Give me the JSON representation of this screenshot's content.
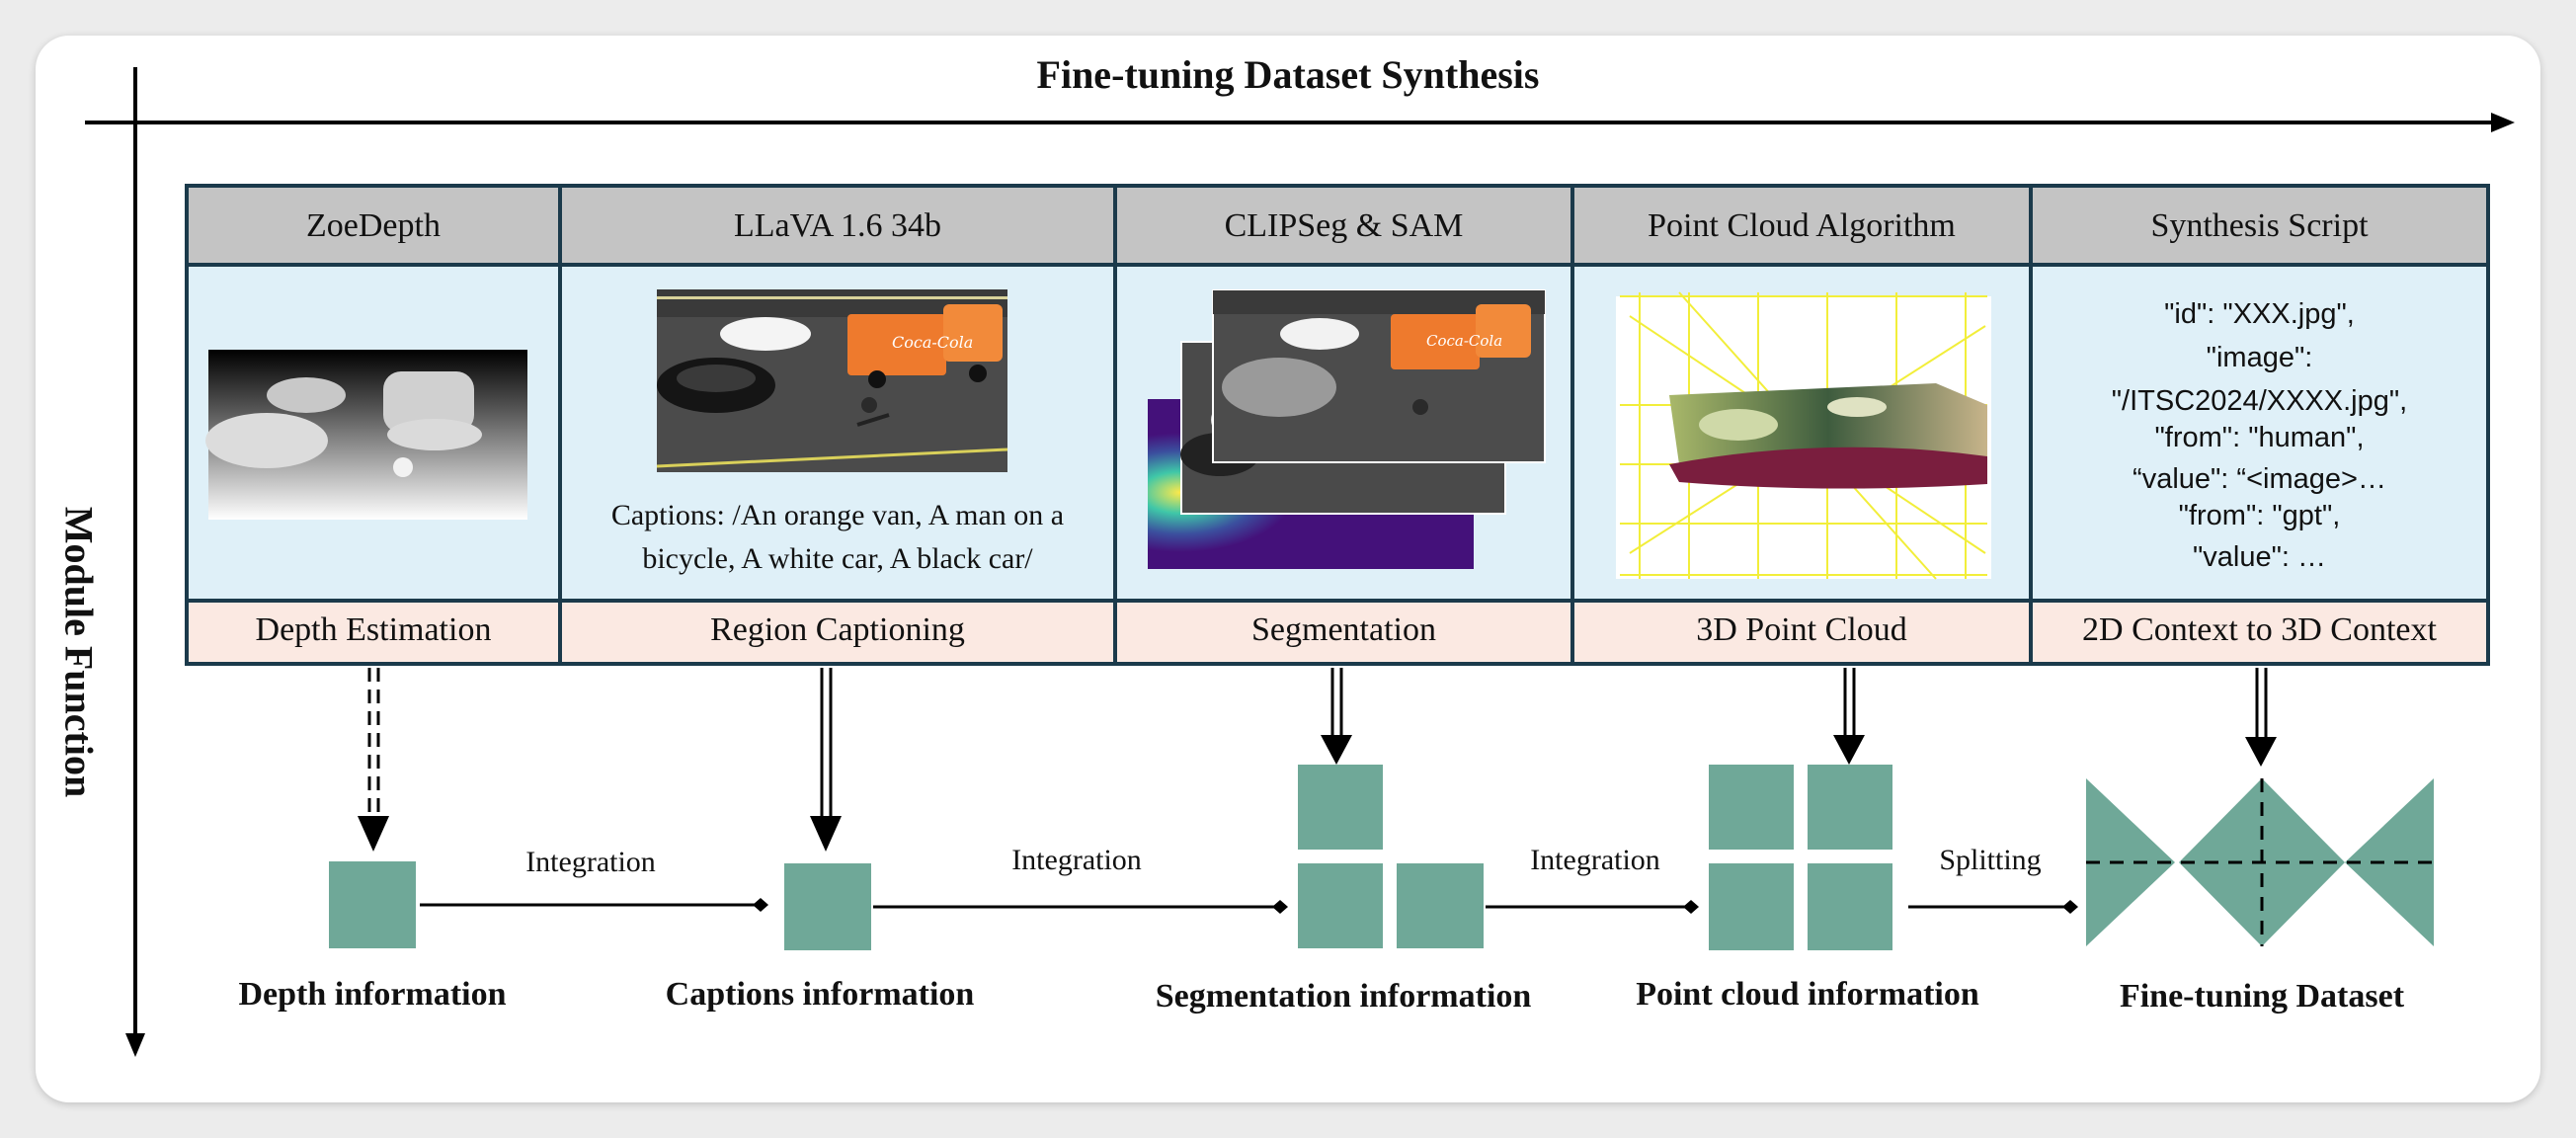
{
  "title": "Fine-tuning Dataset Synthesis",
  "vertical_axis_label": "Module Function",
  "columns": [
    {
      "header": "ZoeDepth",
      "function": "Depth Estimation"
    },
    {
      "header": "LLaVA 1.6 34b",
      "function": "Region Captioning",
      "caption": "Captions: /An orange van, A man on a bicycle, A white car, A black car/"
    },
    {
      "header": "CLIPSeg & SAM",
      "function": "Segmentation"
    },
    {
      "header": "Point Cloud Algorithm",
      "function": "3D Point Cloud"
    },
    {
      "header": "Synthesis Script",
      "function": "2D Context to 3D Context",
      "json_lines": [
        "\"id\": \"XXX.jpg\",",
        "\"image\":",
        "\"/ITSC2024/XXXX.jpg\",",
        "\"from\": \"human\",",
        "“value\": “<image>…",
        "\"from\": \"gpt\",",
        "\"value\": …"
      ]
    }
  ],
  "pipeline": {
    "nodes": [
      "Depth information",
      "Captions information",
      "Segmentation information",
      "Point cloud information",
      "Fine-tuning Dataset"
    ],
    "edges": [
      "Integration",
      "Integration",
      "Integration",
      "Splitting"
    ]
  },
  "colors": {
    "header_bg": "#c4c4c4",
    "content_bg": "#dff0f8",
    "function_bg": "#fbe9e2",
    "table_border": "#1b3a4b",
    "block": "#6fa898",
    "van": "#ee7a2d"
  }
}
